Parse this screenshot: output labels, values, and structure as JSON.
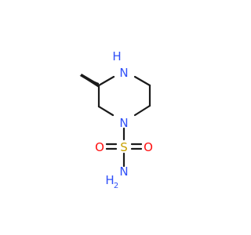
{
  "molecule": {
    "colors": {
      "bond": "#1a1a1a",
      "nitrogen": "#3050f8",
      "sulfur": "#c8a000",
      "oxygen": "#ff0d0d"
    },
    "atoms": {
      "nh_ring_n": "N",
      "nh_ring_h": "H",
      "sulfonyl_ring_n": "N",
      "sulfur": "S",
      "oxygen_left": "O",
      "oxygen_right": "O",
      "amide_n": "N",
      "amide_h": "H",
      "amide_h_count": "2"
    }
  }
}
